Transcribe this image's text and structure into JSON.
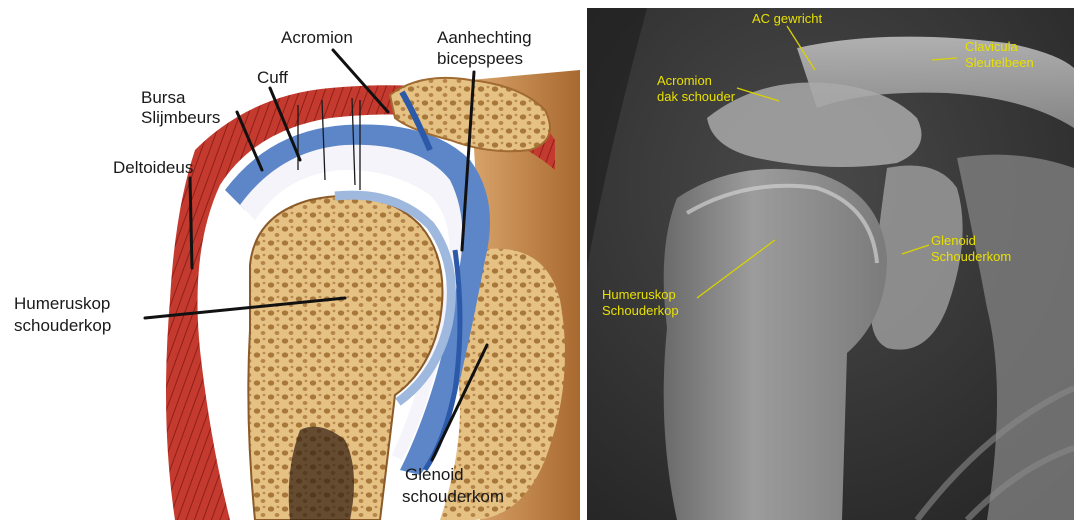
{
  "anatomy_labels": {
    "acromion": "Acromion",
    "aanhechting_line1": "Aanhechting",
    "aanhechting_line2": "bicepspees",
    "cuff": "Cuff",
    "bursa_line1": "Bursa",
    "bursa_line2": "Slijmbeurs",
    "deltoideus": "Deltoideus",
    "humeruskop_line1": "Humeruskop",
    "humeruskop_line2": "schouderkop",
    "glenoid_line1": "Glenoid",
    "glenoid_line2": "schouderkom"
  },
  "xray_labels": {
    "ac_gewricht": "AC gewricht",
    "clavicula_line1": "Clavicula",
    "clavicula_line2": "Sleutelbeen",
    "acromion_line1": "Acromion",
    "acromion_line2": "dak schouder",
    "glenoid_line1": "Glenoid",
    "glenoid_line2": "Schouderkom",
    "humeruskop_line1": "Humeruskop",
    "humeruskop_line2": "Schouderkop"
  },
  "colors": {
    "label_text": "#1a1a1a",
    "xray_label_text": "#e8e000",
    "bone": "#e9c98a",
    "muscle": "#c0392b",
    "cartilage": "#9fb8dd",
    "xray_background": "#3b3b3b"
  }
}
